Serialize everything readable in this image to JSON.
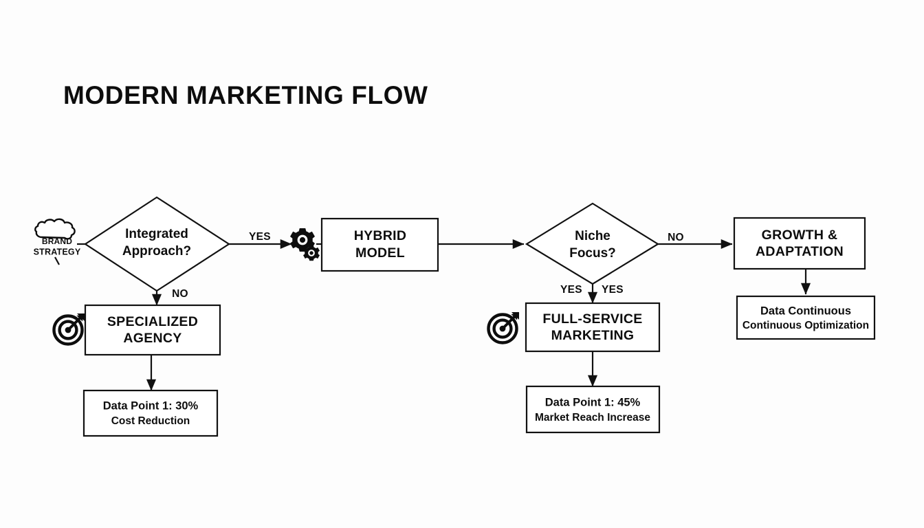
{
  "page": {
    "title": "MODERN MARKETING FLOW",
    "background_color": "#fdfdfd",
    "line_color": "#111111",
    "text_color": "#0d0d0d"
  },
  "start": {
    "icon": "cloud-icon",
    "line1": "BRAND",
    "line2": "STRATEGY"
  },
  "nodes": {
    "decision1": {
      "line1": "Integrated",
      "line2": "Approach?"
    },
    "hybrid": {
      "line1": "HYBRID",
      "line2": "MODEL"
    },
    "decision2": {
      "line1": "Niche",
      "line2": "Focus?"
    },
    "growth": {
      "line1": "GROWTH &",
      "line2": "ADAPTATION"
    },
    "specialized": {
      "line1": "SPECIALIZED",
      "line2": "AGENCY"
    },
    "fullservice": {
      "line1": "FULL-SERVICE",
      "line2": "MARKETING"
    },
    "optimization": {
      "line1": "Data Continuous",
      "line2": "Continuous Optimization"
    },
    "datapoint1": {
      "line1": "Data Point 1: 30%",
      "line2": "Cost Reduction"
    },
    "datapoint2": {
      "line1": "Data Point 1: 45%",
      "line2": "Market Reach Increase"
    }
  },
  "edges": {
    "yes_hybrid": "YES",
    "no_specialized": "NO",
    "no_growth": "NO",
    "yes_left": "YES",
    "yes_right": "YES"
  },
  "icons": {
    "gears": "gears-icon",
    "target_left": "target-icon",
    "target_right": "target-icon"
  }
}
